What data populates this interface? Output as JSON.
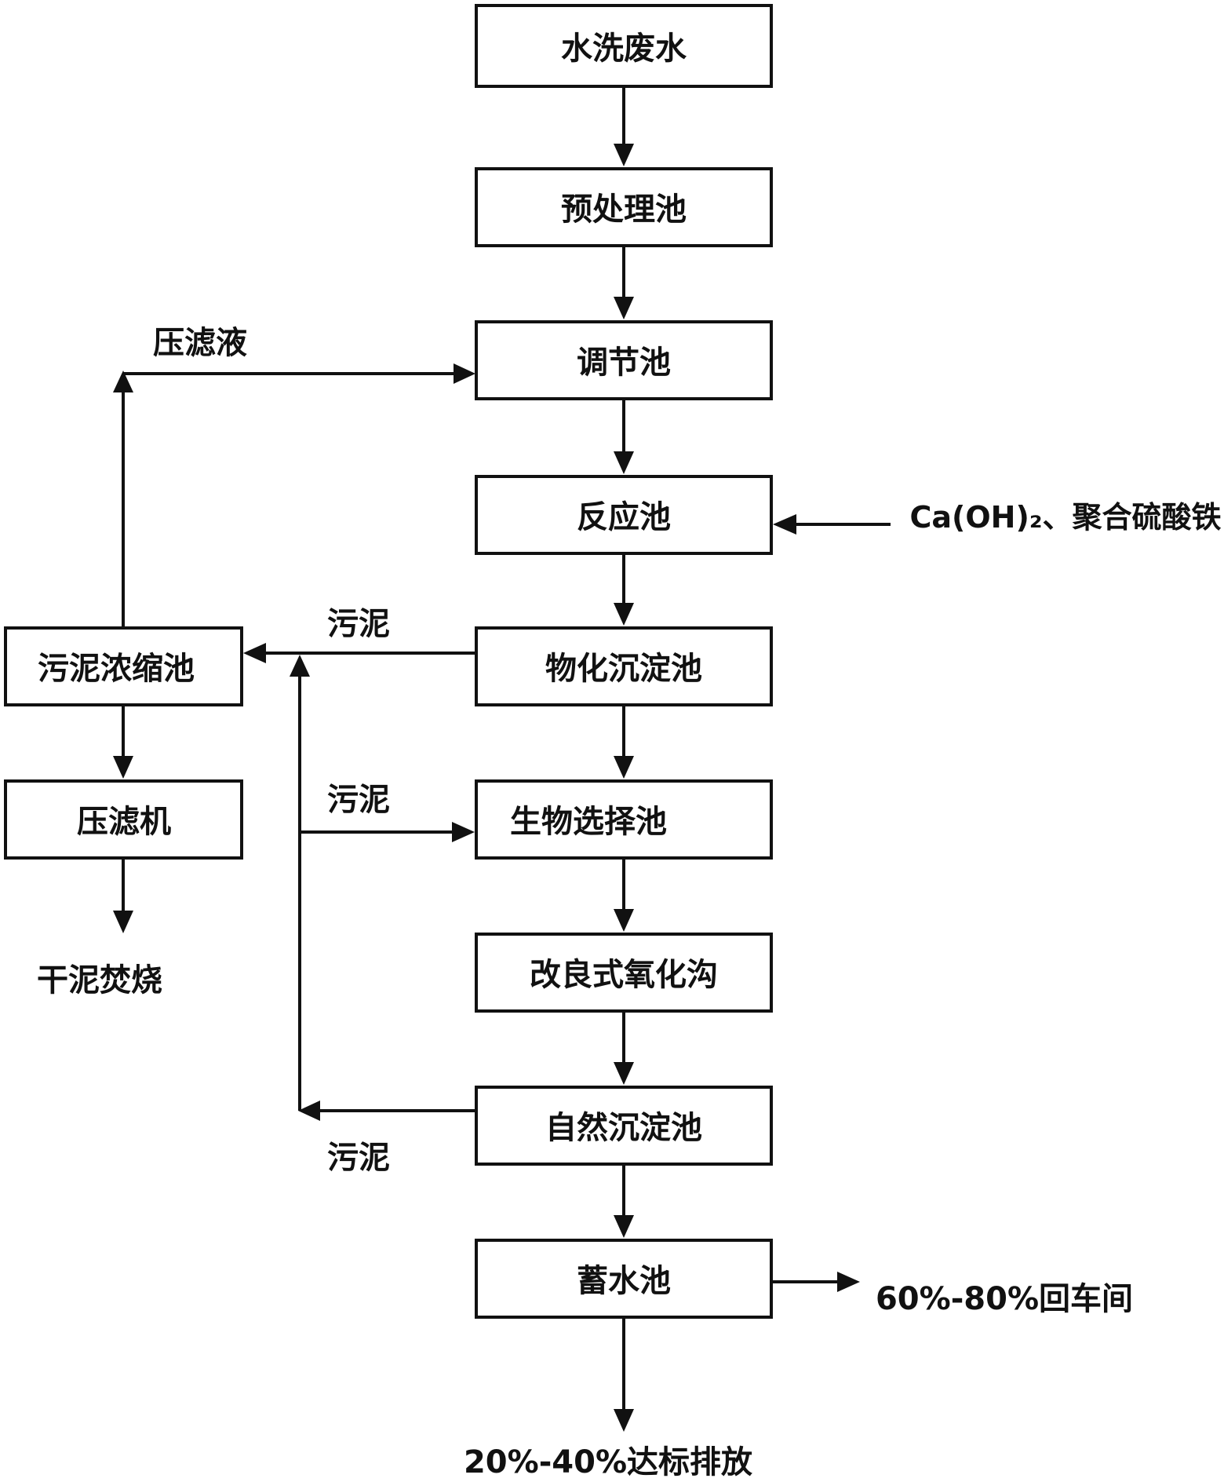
{
  "nodes": {
    "washing_wastewater": "水洗废水",
    "pretreatment_tank": "预处理池",
    "regulating_tank": "调节池",
    "reaction_tank": "反应池",
    "physicochemical_settling_tank": "物化沉淀池",
    "bio_selection_tank": "生物选择池",
    "modified_oxidation_ditch": "改良式氧化沟",
    "natural_settling_tank": "自然沉淀池",
    "storage_tank": "蓄水池",
    "sludge_thickening_tank": "污泥浓缩池",
    "filter_press": "压滤机"
  },
  "labels": {
    "filtrate": "压滤液",
    "chemicals": "Ca(OH)₂、聚合硫酸铁",
    "sludge_1": "污泥",
    "sludge_2": "污泥",
    "sludge_3": "污泥",
    "dry_sludge_incineration": "干泥焚烧",
    "return_workshop": "60%-80%回车间",
    "discharge": "20%-40%达标排放"
  }
}
